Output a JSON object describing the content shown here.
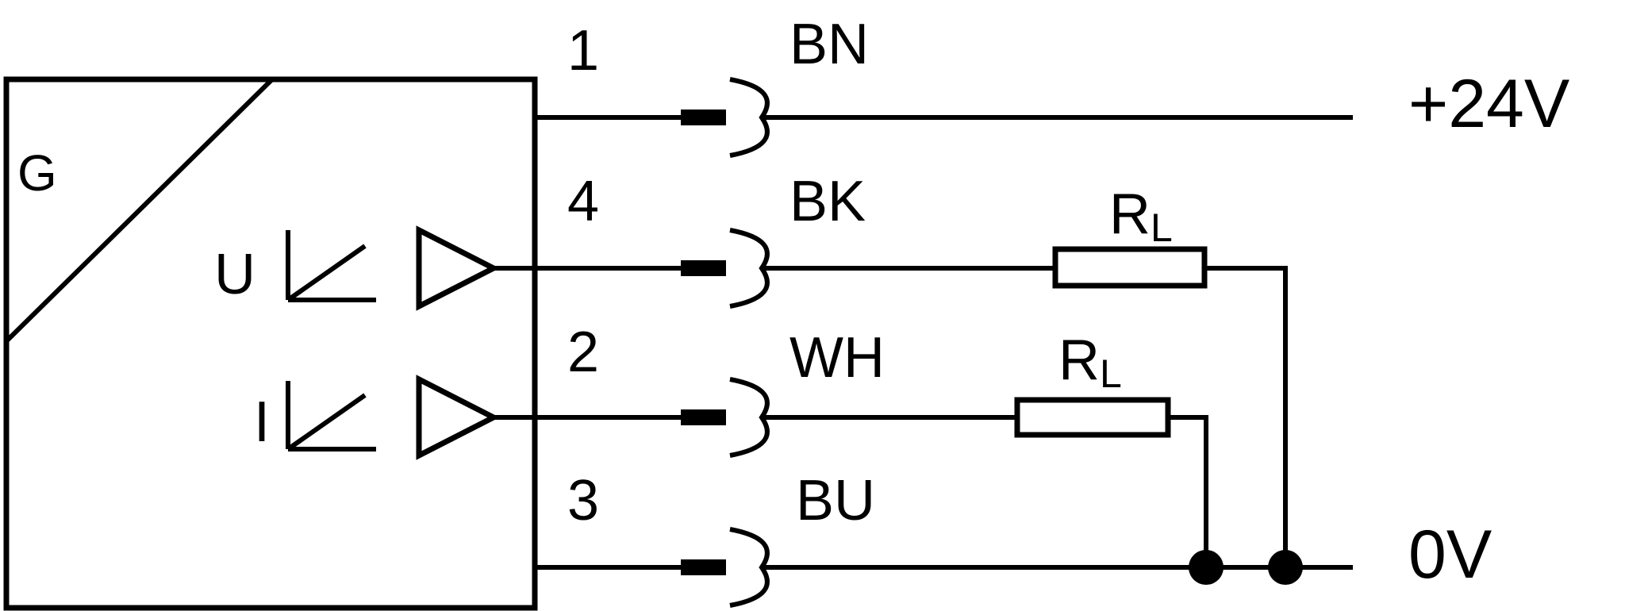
{
  "device": {
    "label": "G"
  },
  "outputs": {
    "voltage_symbol": "U",
    "current_symbol": "I"
  },
  "pins": [
    {
      "number": "1",
      "wire_color": "BN"
    },
    {
      "number": "4",
      "wire_color": "BK"
    },
    {
      "number": "2",
      "wire_color": "WH"
    },
    {
      "number": "3",
      "wire_color": "BU"
    }
  ],
  "resistors": [
    {
      "base": "R",
      "sub": "L"
    },
    {
      "base": "R",
      "sub": "L"
    }
  ],
  "supply": {
    "positive": "+24V",
    "ground": "0V"
  }
}
